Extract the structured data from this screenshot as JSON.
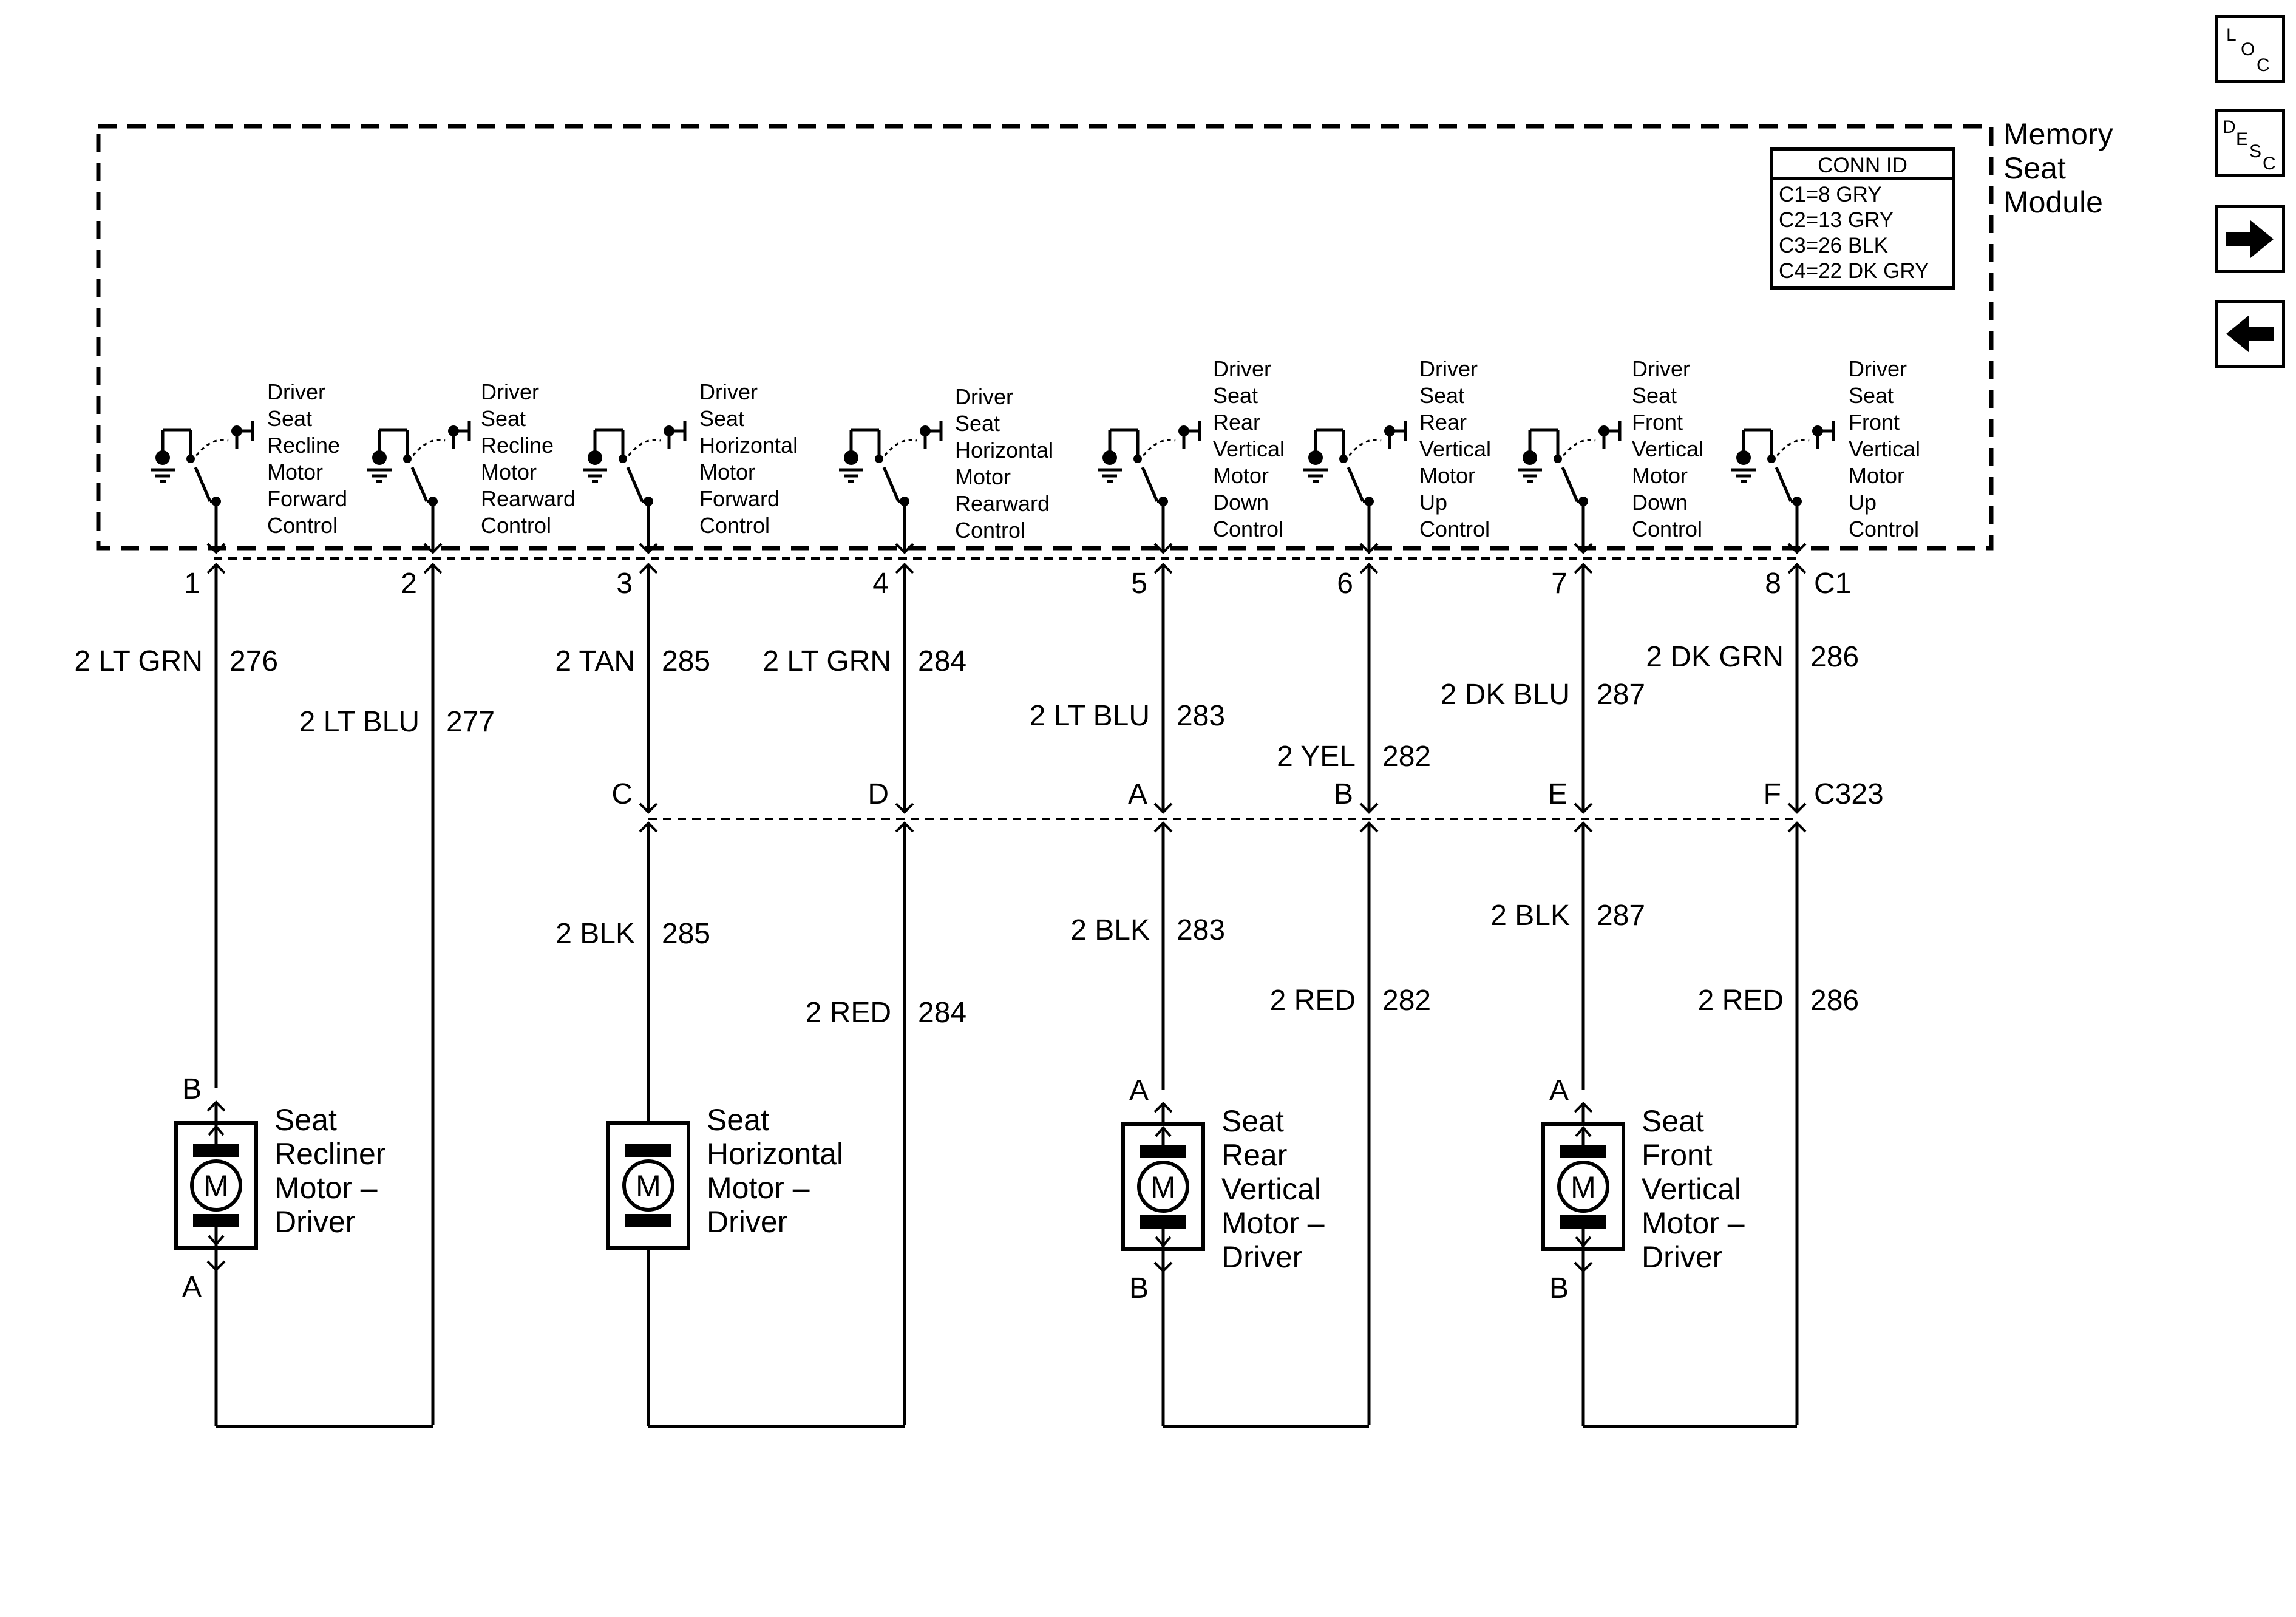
{
  "module": {
    "name_lines": [
      "Memory",
      "Seat",
      "Module"
    ],
    "connector_table": {
      "title": "CONN ID",
      "rows": [
        "C1=8 GRY",
        "C2=13 GRY",
        "C3=26 BLK",
        "C4=22 DK GRY"
      ]
    },
    "connector_c1": "C1",
    "connector_c323": "C323"
  },
  "switches": [
    {
      "label_lines": [
        "Driver",
        "Seat",
        "Recline",
        "Motor",
        "Forward",
        "Control"
      ]
    },
    {
      "label_lines": [
        "Driver",
        "Seat",
        "Recline",
        "Motor",
        "Rearward",
        "Control"
      ]
    },
    {
      "label_lines": [
        "Driver",
        "Seat",
        "Horizontal",
        "Motor",
        "Forward",
        "Control"
      ]
    },
    {
      "label_lines": [
        "Driver",
        "Seat",
        "Horizontal",
        "Motor",
        "Rearward",
        "Control"
      ]
    },
    {
      "label_lines": [
        "Driver",
        "Seat",
        "Rear",
        "Vertical",
        "Motor",
        "Down",
        "Control"
      ]
    },
    {
      "label_lines": [
        "Driver",
        "Seat",
        "Rear",
        "Vertical",
        "Motor",
        "Up",
        "Control"
      ]
    },
    {
      "label_lines": [
        "Driver",
        "Seat",
        "Front",
        "Vertical",
        "Motor",
        "Down",
        "Control"
      ]
    },
    {
      "label_lines": [
        "Driver",
        "Seat",
        "Front",
        "Vertical",
        "Motor",
        "Up",
        "Control"
      ]
    }
  ],
  "pins": [
    "1",
    "2",
    "3",
    "4",
    "5",
    "6",
    "7",
    "8"
  ],
  "upper_wires": [
    {
      "color": "2 LT GRN",
      "circuit": "276"
    },
    {
      "color": "2 LT BLU",
      "circuit": "277"
    },
    {
      "color": "2 TAN",
      "circuit": "285"
    },
    {
      "color": "2 LT GRN",
      "circuit": "284"
    },
    {
      "color": "2 LT BLU",
      "circuit": "283"
    },
    {
      "color": "2 YEL",
      "circuit": "282"
    },
    {
      "color": "2 DK BLU",
      "circuit": "287"
    },
    {
      "color": "2 DK GRN",
      "circuit": "286"
    }
  ],
  "c323_pins": [
    "C",
    "D",
    "A",
    "B",
    "E",
    "F"
  ],
  "lower_wires": [
    {
      "color": "2 BLK",
      "circuit": "285"
    },
    {
      "color": "2 RED",
      "circuit": "284"
    },
    {
      "color": "2 BLK",
      "circuit": "283"
    },
    {
      "color": "2 RED",
      "circuit": "282"
    },
    {
      "color": "2 BLK",
      "circuit": "287"
    },
    {
      "color": "2 RED",
      "circuit": "286"
    }
  ],
  "motors": [
    {
      "name_lines": [
        "Seat",
        "Recliner",
        "Motor –",
        "Driver"
      ],
      "pin_top": "B",
      "pin_bottom": "A",
      "symbol": "M"
    },
    {
      "name_lines": [
        "Seat",
        "Horizontal",
        "Motor –",
        "Driver"
      ],
      "pin_top": "",
      "pin_bottom": "",
      "symbol": "M"
    },
    {
      "name_lines": [
        "Seat",
        "Rear",
        "Vertical",
        "Motor –",
        "Driver"
      ],
      "pin_top": "A",
      "pin_bottom": "B",
      "symbol": "M"
    },
    {
      "name_lines": [
        "Seat",
        "Front",
        "Vertical",
        "Motor –",
        "Driver"
      ],
      "pin_top": "A",
      "pin_bottom": "B",
      "symbol": "M"
    }
  ],
  "nav": {
    "loc": [
      "L",
      "O",
      "C"
    ],
    "desc": [
      "D",
      "E",
      "S",
      "C"
    ],
    "next_icon": "arrow-right-icon",
    "prev_icon": "arrow-left-icon"
  }
}
